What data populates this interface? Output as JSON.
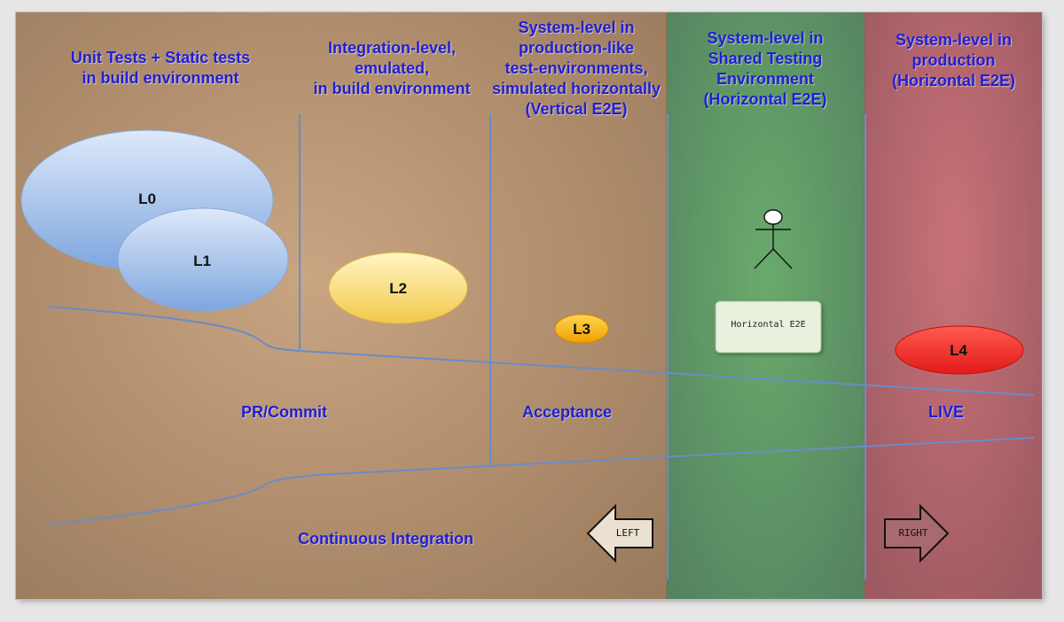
{
  "zones": {
    "unit_tests": {
      "line1": "Unit Tests + Static tests",
      "line2": "in build environment"
    },
    "integration": {
      "line1": "Integration-level,",
      "line2": "emulated,",
      "line3": "in build environment"
    },
    "system_prodlike": {
      "line1": "System-level in",
      "line2": "production-like",
      "line3": "test-environments,",
      "line4": "simulated horizontally",
      "line5": "(Vertical E2E)"
    },
    "system_shared": {
      "line1": "System-level in",
      "line2": "Shared Testing",
      "line3": "Environment",
      "line4": "(Horizontal E2E)"
    },
    "system_production": {
      "line1": "System-level in",
      "line2": "production",
      "line3": "(Horizontal E2E)"
    }
  },
  "levels": {
    "l0": "L0",
    "l1": "L1",
    "l2": "L2",
    "l3": "L3",
    "l4": "L4"
  },
  "stages": {
    "pr_commit": "PR/Commit",
    "acceptance": "Acceptance",
    "live": "LIVE",
    "ci": "Continuous Integration"
  },
  "horizontal_box": "Horizontal E2E",
  "arrows": {
    "left": "LEFT",
    "right": "RIGHT"
  },
  "colors": {
    "brown_zone": "#a08060",
    "green_zone": "#5f9466",
    "red_zone": "#b0666d",
    "text_blue": "#1f1fd4",
    "line_blue": "#6a8cc7"
  }
}
